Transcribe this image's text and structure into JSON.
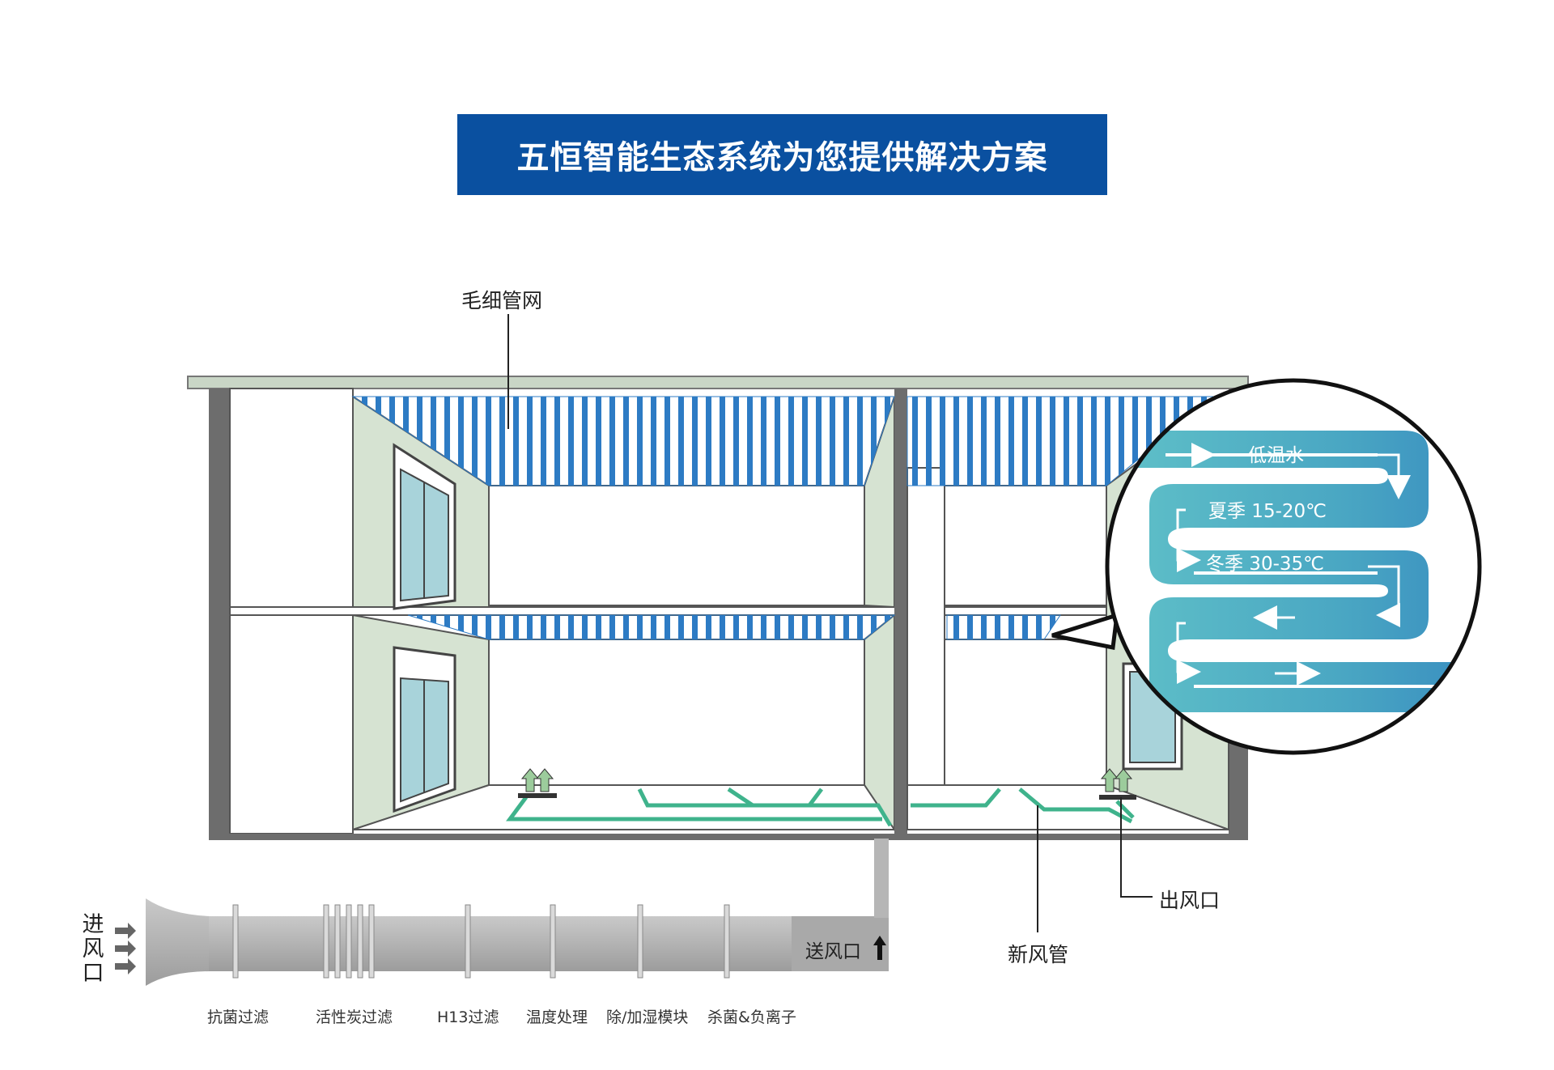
{
  "title": "五恒智能生态系统为您提供解决方案",
  "labels": {
    "capillary": "毛细管网",
    "outlet": "出风口",
    "fresh_air_duct": "新风管",
    "supply_outlet": "送风口",
    "inlet": "进风口"
  },
  "circle": {
    "low_temp_water": "低温水",
    "summer": "夏季 15-20℃",
    "winter": "冬季 30-35℃"
  },
  "filters": [
    "抗菌过滤",
    "活性炭过滤",
    "H13过滤",
    "温度处理",
    "除/加湿模块",
    "杀菌&负离子"
  ],
  "colors": {
    "banner": "#0a50a0",
    "capillary_pipe": "#2d7bc4",
    "floor_pipe": "#3fb38c",
    "wall": "#d6e3d2",
    "duct": "#b8b8b8"
  }
}
